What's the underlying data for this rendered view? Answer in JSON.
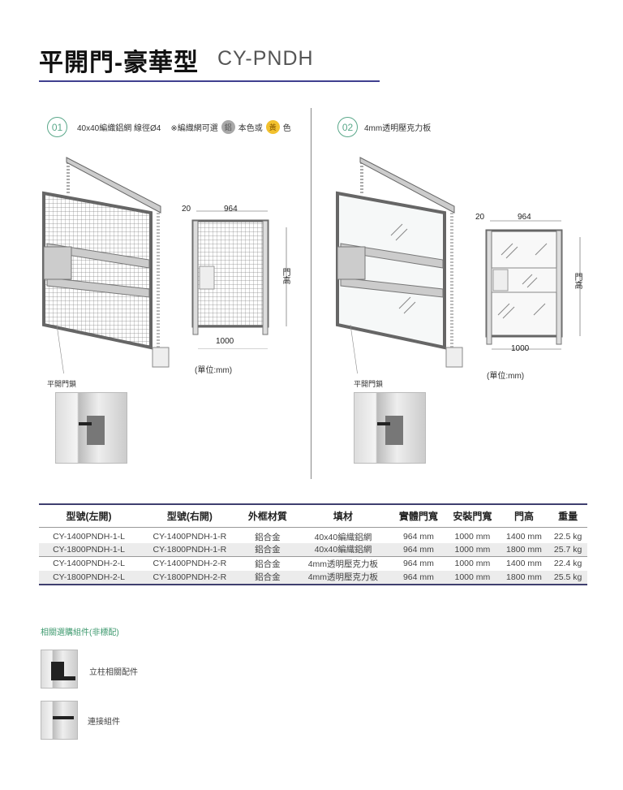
{
  "header": {
    "title": "平開門-豪華型",
    "model_code": "CY-PNDH"
  },
  "section1": {
    "number": "01",
    "text": "40x40編織鋁網 線徑Ø4",
    "note": "※編織網可選",
    "chip_aluminum": "鋁",
    "mid_text": "本色或",
    "chip_yellow": "黃",
    "end_text": "色",
    "chip_aluminum_color": "#a8a8a8",
    "chip_yellow_color": "#f2c12e"
  },
  "section2": {
    "number": "02",
    "text": "4mm透明壓克力板"
  },
  "drawing": {
    "dim_frame": "20",
    "dim_width": "964",
    "dim_total": "1000",
    "door_height_label": "門高",
    "unit": "(單位:mm)",
    "lock_label": "平開門鎖"
  },
  "table": {
    "headers": [
      "型號(左開)",
      "型號(右開)",
      "外框材質",
      "填材",
      "實體門寬",
      "安裝門寬",
      "門高",
      "重量"
    ],
    "rows": [
      [
        "CY-1400PNDH-1-L",
        "CY-1400PNDH-1-R",
        "鋁合金",
        "40x40編織鋁網",
        "964 mm",
        "1000 mm",
        "1400 mm",
        "22.5 kg"
      ],
      [
        "CY-1800PNDH-1-L",
        "CY-1800PNDH-1-R",
        "鋁合金",
        "40x40編織鋁網",
        "964 mm",
        "1000 mm",
        "1800 mm",
        "25.7 kg"
      ],
      [
        "CY-1400PNDH-2-L",
        "CY-1400PNDH-2-R",
        "鋁合金",
        "4mm透明壓克力板",
        "964 mm",
        "1000 mm",
        "1400 mm",
        "22.4 kg"
      ],
      [
        "CY-1800PNDH-2-L",
        "CY-1800PNDH-2-R",
        "鋁合金",
        "4mm透明壓克力板",
        "964 mm",
        "1000 mm",
        "1800 mm",
        "25.5 kg"
      ]
    ]
  },
  "accessories": {
    "heading": "相關選購組件(非標配)",
    "items": [
      {
        "label": "立柱相關配件"
      },
      {
        "label": "連接組件"
      }
    ]
  },
  "colors": {
    "accent_green": "#5aa88a",
    "navy": "#3f3f8f"
  }
}
